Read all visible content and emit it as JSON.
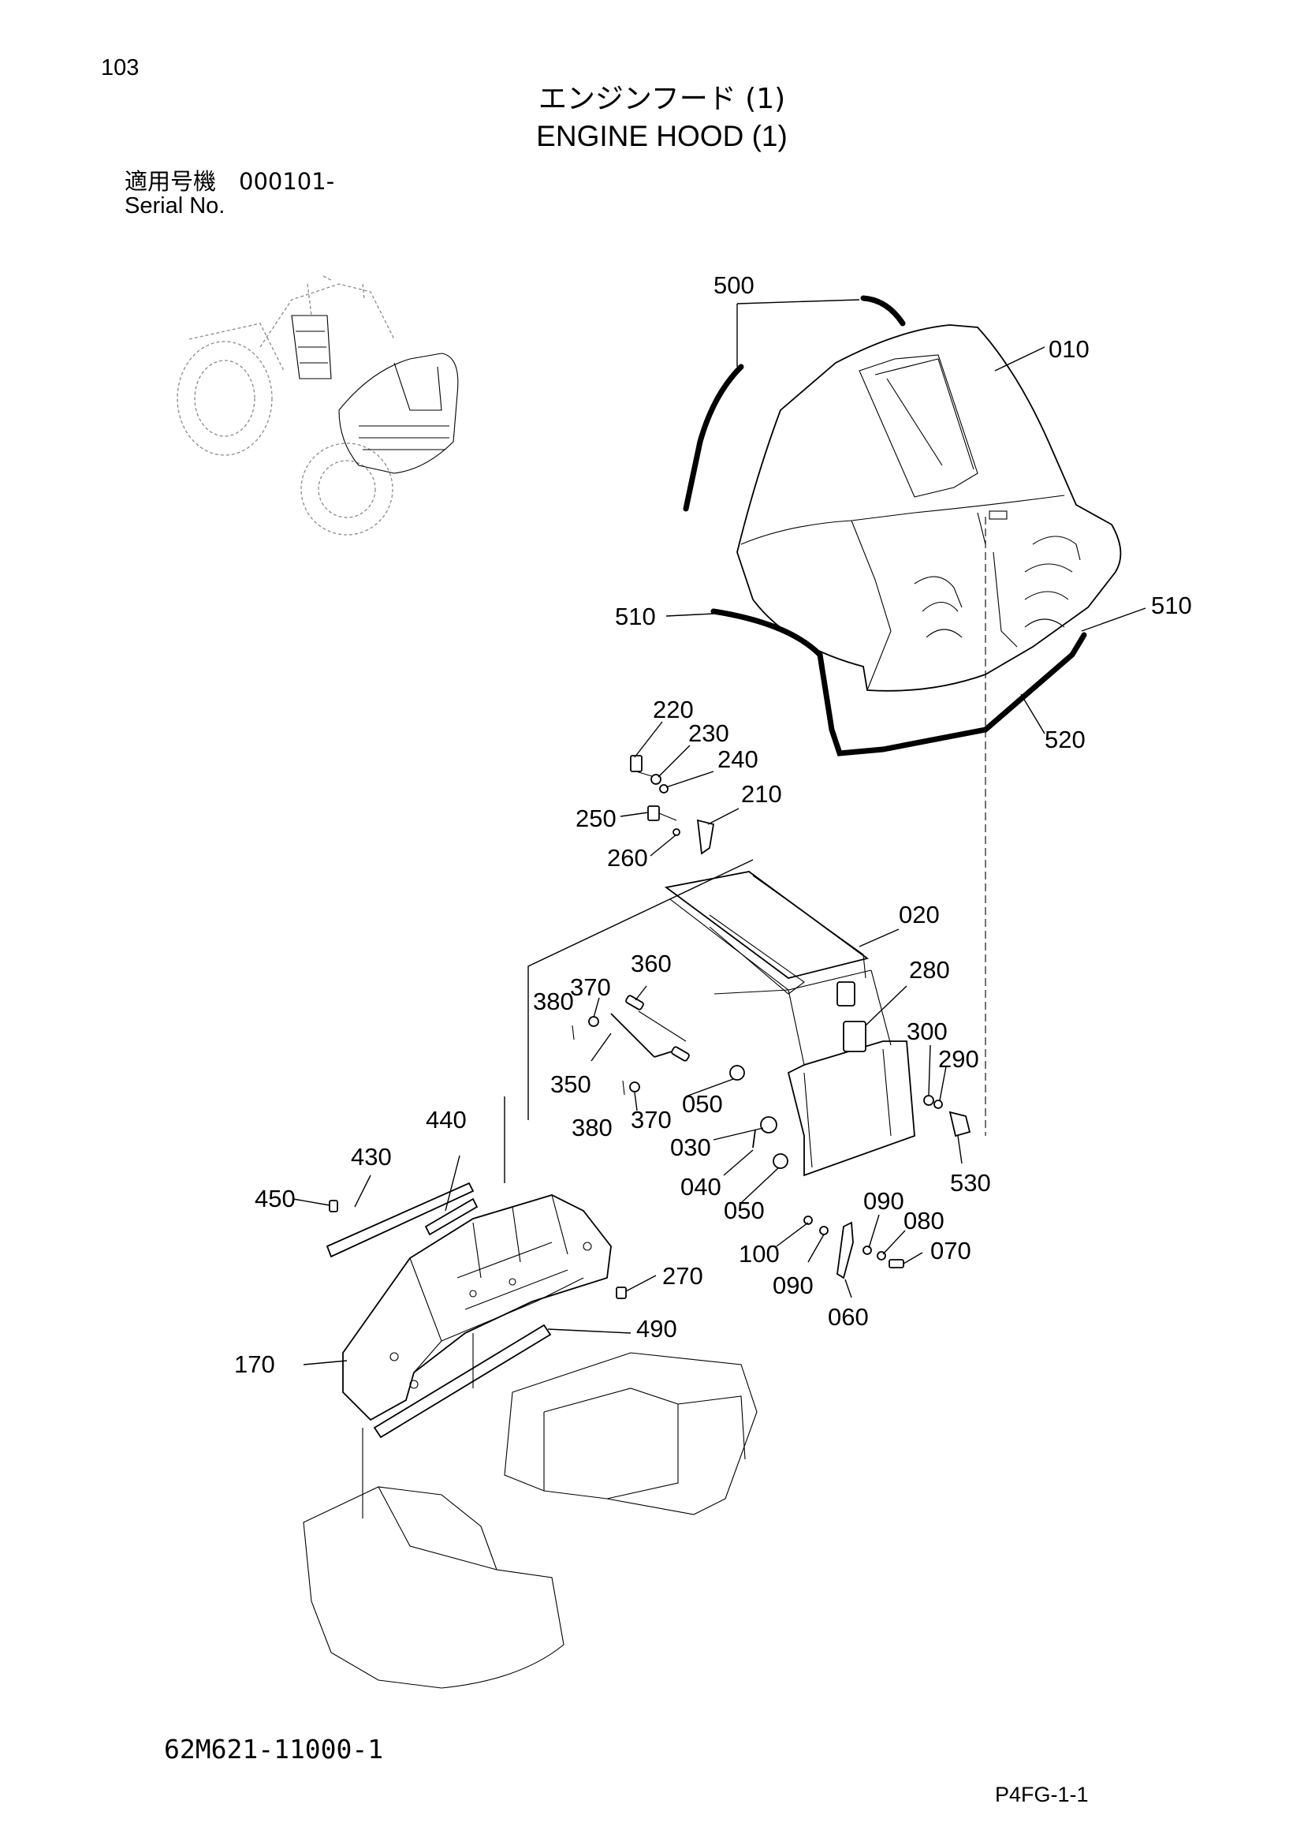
{
  "page": {
    "page_number": "103",
    "title_jp": "エンジンフード (1)",
    "title_en": "ENGINE HOOD (1)",
    "serial_label_jp": "適用号機　000101-",
    "serial_label_en": "Serial No.",
    "drawing_code": "62M621-11000-1",
    "page_code": "P4FG-1-1"
  },
  "callouts": {
    "c500": "500",
    "c010": "010",
    "c510a": "510",
    "c510b": "510",
    "c520": "520",
    "c220": "220",
    "c230": "230",
    "c240": "240",
    "c210": "210",
    "c250": "250",
    "c260": "260",
    "c020": "020",
    "c370a": "370",
    "c360": "360",
    "c280": "280",
    "c380a": "380",
    "c300": "300",
    "c290": "290",
    "c350": "350",
    "c050a": "050",
    "c380b": "380",
    "c370b": "370",
    "c030": "030",
    "c440": "440",
    "c040": "040",
    "c530": "530",
    "c430": "430",
    "c050b": "050",
    "c090a": "090",
    "c080": "080",
    "c450": "450",
    "c100": "100",
    "c070": "070",
    "c270": "270",
    "c090b": "090",
    "c060": "060",
    "c490": "490",
    "c170": "170"
  }
}
